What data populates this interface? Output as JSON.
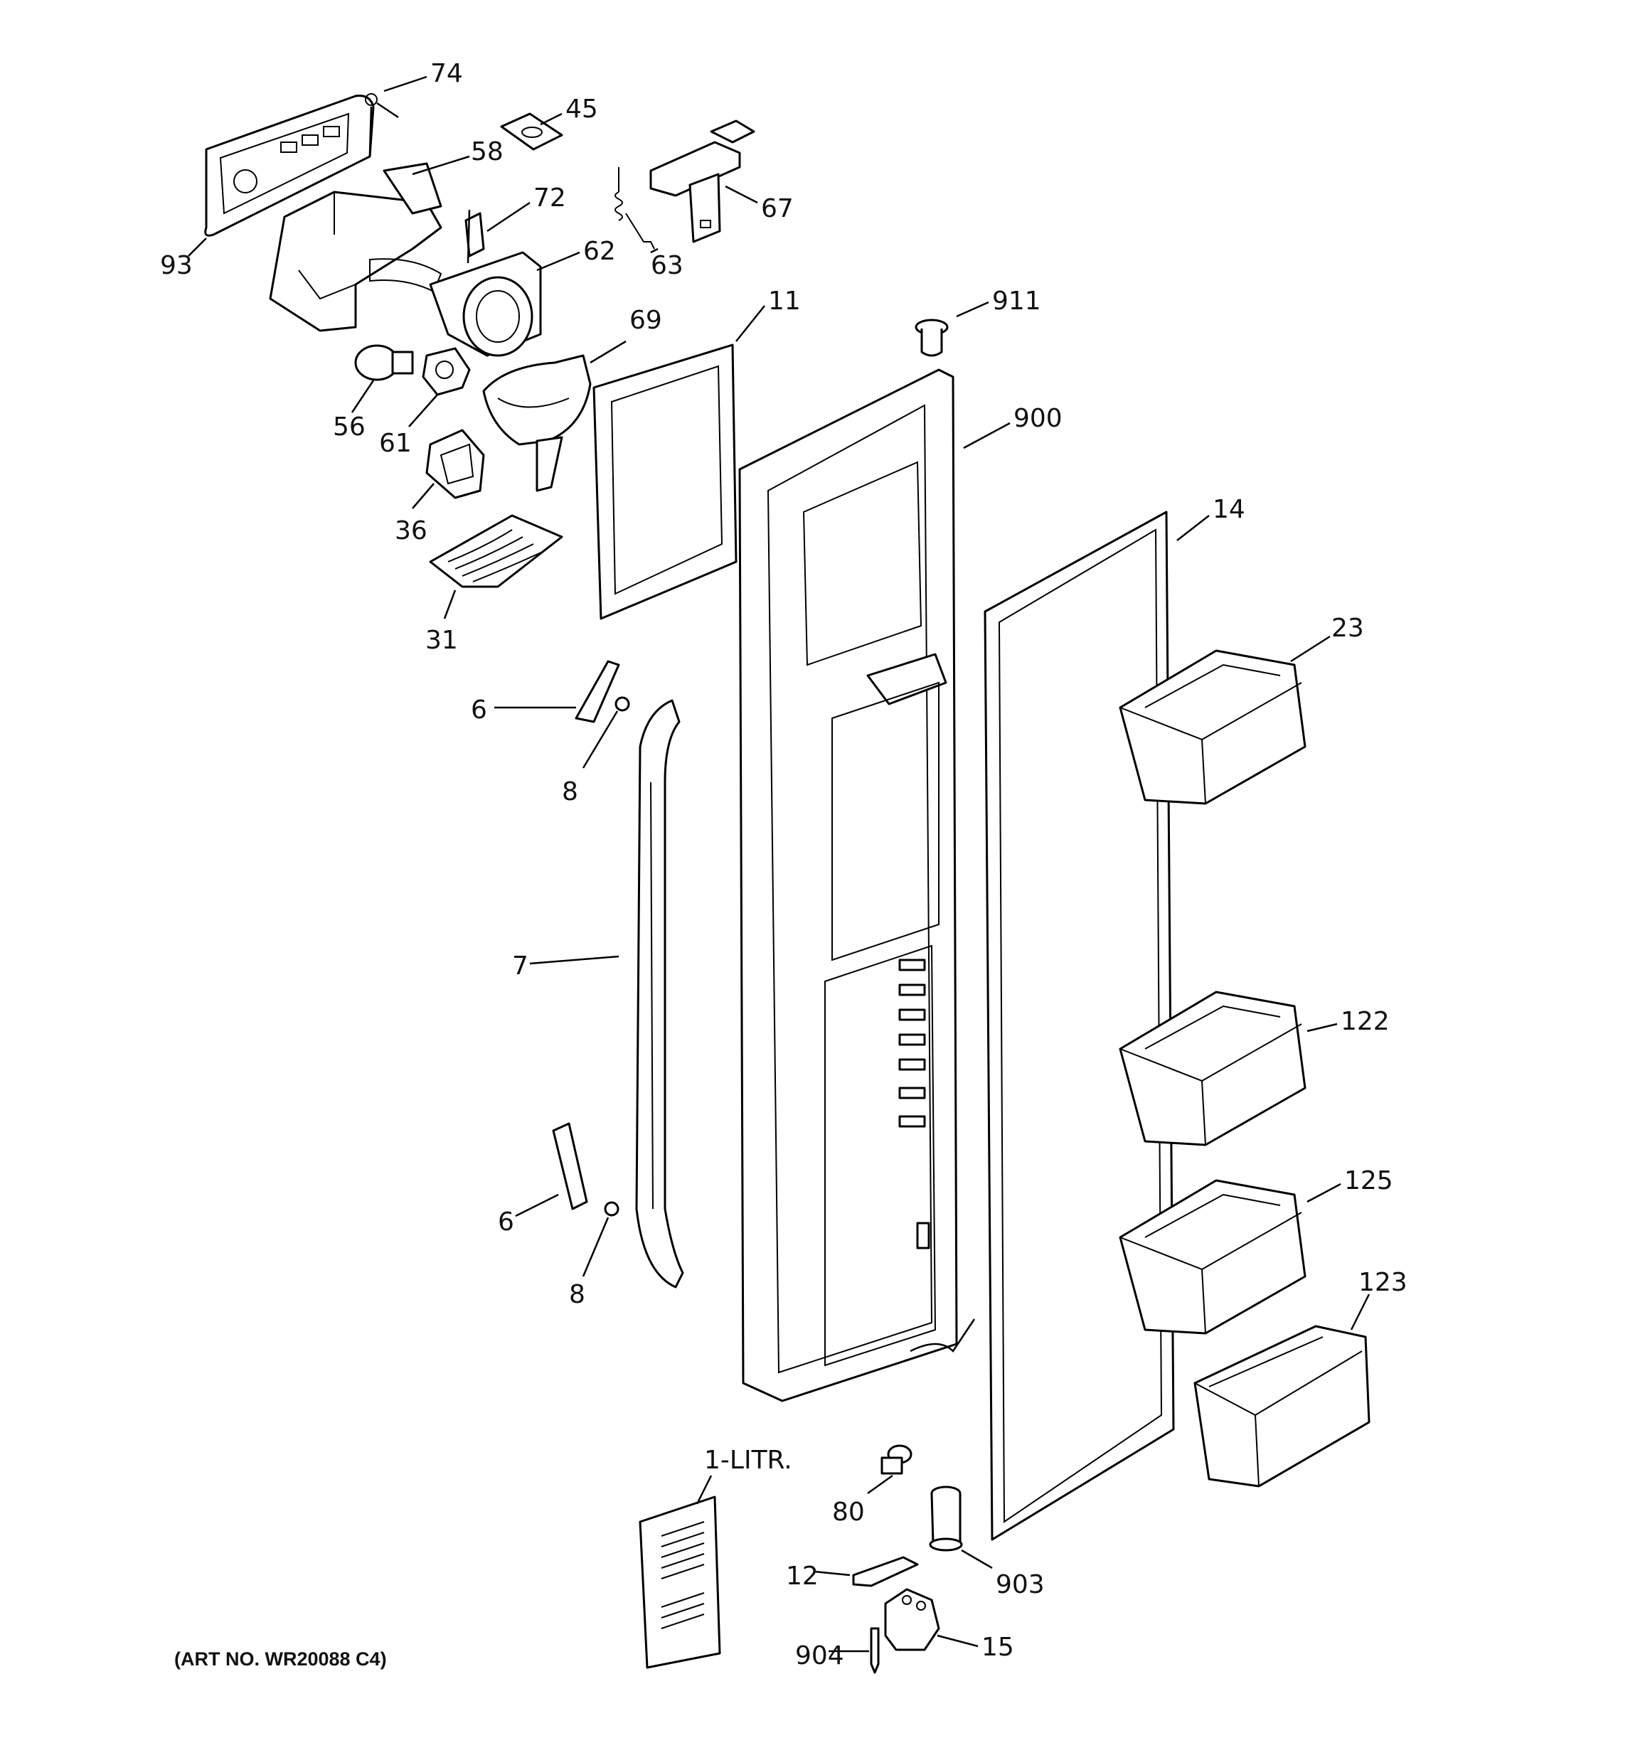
{
  "diagram": {
    "art_number": "(ART NO. WR20088 C4)",
    "callouts": [
      {
        "id": "c-74",
        "text": "74"
      },
      {
        "id": "c-45",
        "text": "45"
      },
      {
        "id": "c-58",
        "text": "58"
      },
      {
        "id": "c-72",
        "text": "72"
      },
      {
        "id": "c-67",
        "text": "67"
      },
      {
        "id": "c-63",
        "text": "63"
      },
      {
        "id": "c-93",
        "text": "93"
      },
      {
        "id": "c-62",
        "text": "62"
      },
      {
        "id": "c-11",
        "text": "11"
      },
      {
        "id": "c-69",
        "text": "69"
      },
      {
        "id": "c-911",
        "text": "911"
      },
      {
        "id": "c-56",
        "text": "56"
      },
      {
        "id": "c-61",
        "text": "61"
      },
      {
        "id": "c-900",
        "text": "900"
      },
      {
        "id": "c-14",
        "text": "14"
      },
      {
        "id": "c-36",
        "text": "36"
      },
      {
        "id": "c-31",
        "text": "31"
      },
      {
        "id": "c-23",
        "text": "23"
      },
      {
        "id": "c-6a",
        "text": "6"
      },
      {
        "id": "c-8a",
        "text": "8"
      },
      {
        "id": "c-7",
        "text": "7"
      },
      {
        "id": "c-122",
        "text": "122"
      },
      {
        "id": "c-125",
        "text": "125"
      },
      {
        "id": "c-6b",
        "text": "6"
      },
      {
        "id": "c-8b",
        "text": "8"
      },
      {
        "id": "c-123",
        "text": "123"
      },
      {
        "id": "c-1litr",
        "text": "1-LITR."
      },
      {
        "id": "c-80",
        "text": "80"
      },
      {
        "id": "c-12",
        "text": "12"
      },
      {
        "id": "c-903",
        "text": "903"
      },
      {
        "id": "c-904",
        "text": "904"
      },
      {
        "id": "c-15",
        "text": "15"
      }
    ]
  }
}
